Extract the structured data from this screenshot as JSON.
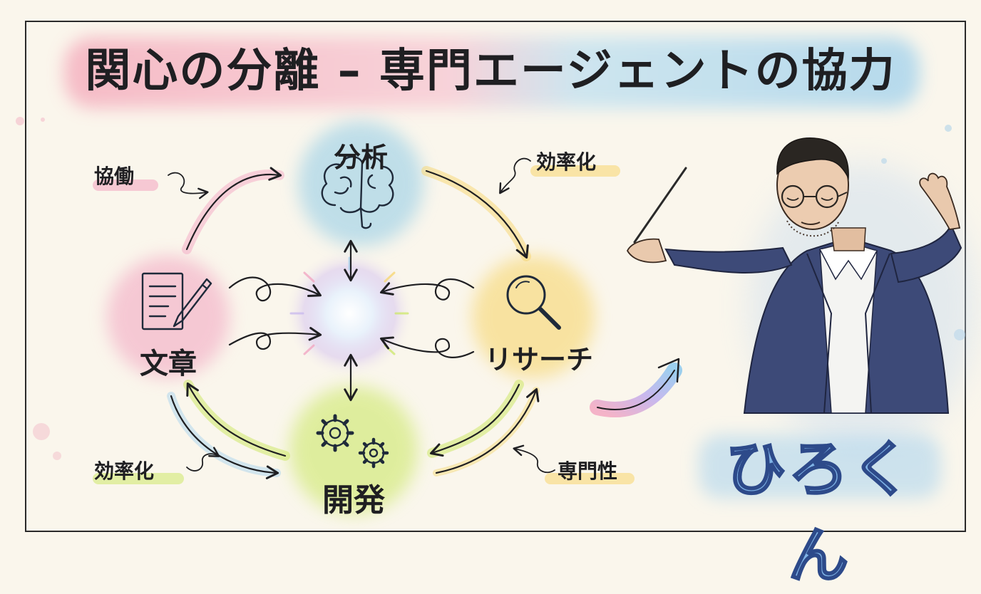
{
  "title": "関心の分離 – 専門エージェントの協力",
  "nodes": {
    "analysis": "分析",
    "writing": "文章",
    "research": "リサーチ",
    "development": "開発"
  },
  "tags": {
    "collaboration": "協働",
    "efficiency_top": "効率化",
    "efficiency_bottom": "効率化",
    "expertise": "専門性"
  },
  "person_name": "ひろくん",
  "colors": {
    "analysis": "#8fcbe6",
    "writing": "#f2a3c0",
    "research": "#f7d66e",
    "development": "#cde86a",
    "name_fill": "#7fb3e6",
    "name_stroke": "#2d4a8a",
    "ink": "#1f1f22",
    "suit": "#3d4a78"
  },
  "icons": {
    "analysis": "brain-icon",
    "writing": "document-pen-icon",
    "research": "magnifier-icon",
    "development": "gears-icon"
  }
}
